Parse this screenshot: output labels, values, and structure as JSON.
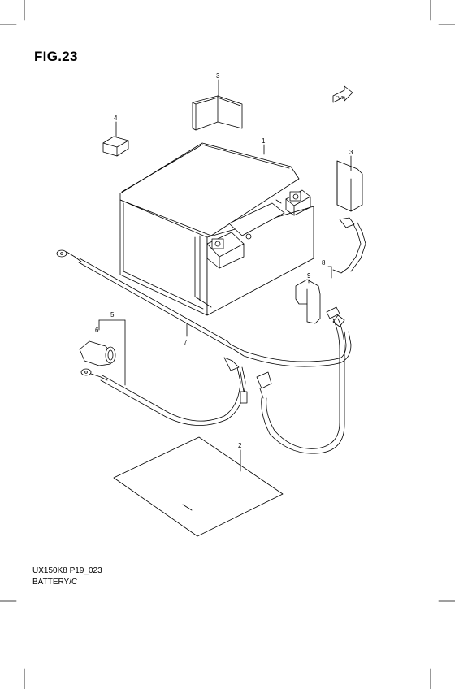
{
  "figure": {
    "title": "FIG.23"
  },
  "callouts": [
    "1",
    "2",
    "3",
    "3",
    "4",
    "5",
    "6",
    "7",
    "8",
    "9"
  ],
  "captions": {
    "code": "UX150K8 P19_023",
    "name": "BATTERY/C"
  },
  "direction_tag": "FWD"
}
